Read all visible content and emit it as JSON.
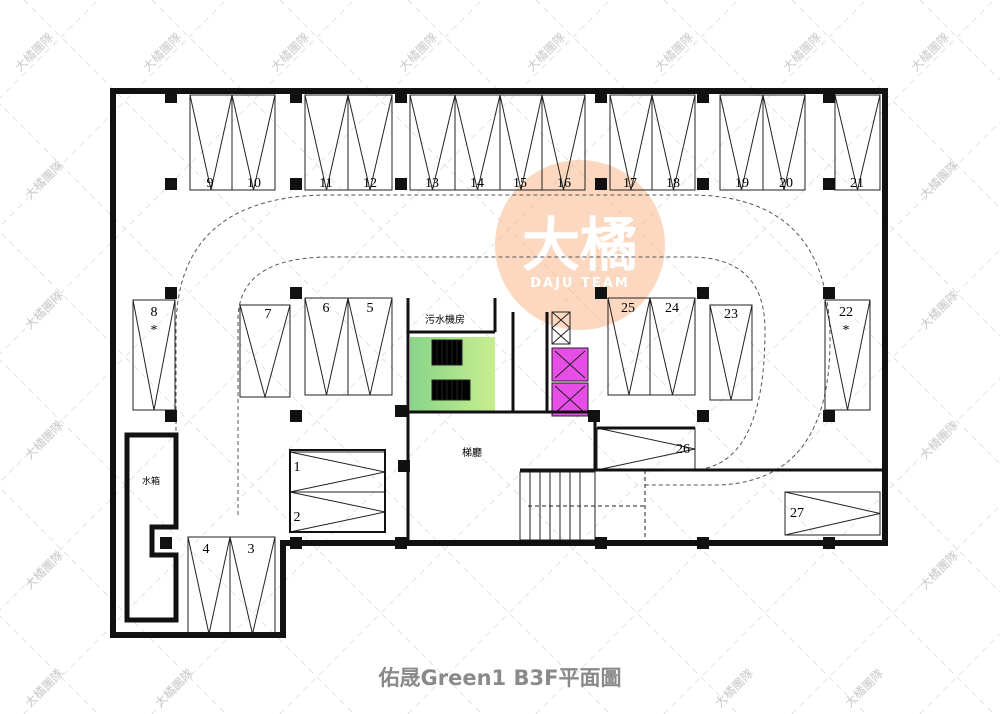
{
  "title": "佑晟Green1 B3F平面圖",
  "watermark": "大橘團隊",
  "logo": {
    "text": "大橘",
    "subtext": "DAJU TEAM",
    "color": "#f6b98c"
  },
  "rooms": {
    "sewage_room": "污水機房",
    "water_tank": "水箱",
    "lobby": "梯廳"
  },
  "parking_spaces": [
    "1",
    "2",
    "3",
    "4",
    "5",
    "6",
    "7",
    "8",
    "9",
    "10",
    "11",
    "12",
    "13",
    "14",
    "15",
    "16",
    "17",
    "18",
    "19",
    "20",
    "21",
    "22",
    "23",
    "24",
    "25",
    "26",
    "27"
  ],
  "special_mark": "*",
  "colors": {
    "stair_green": "#9fdc8c",
    "elevator_magenta": "#e64ee6",
    "wall": "#111111"
  }
}
